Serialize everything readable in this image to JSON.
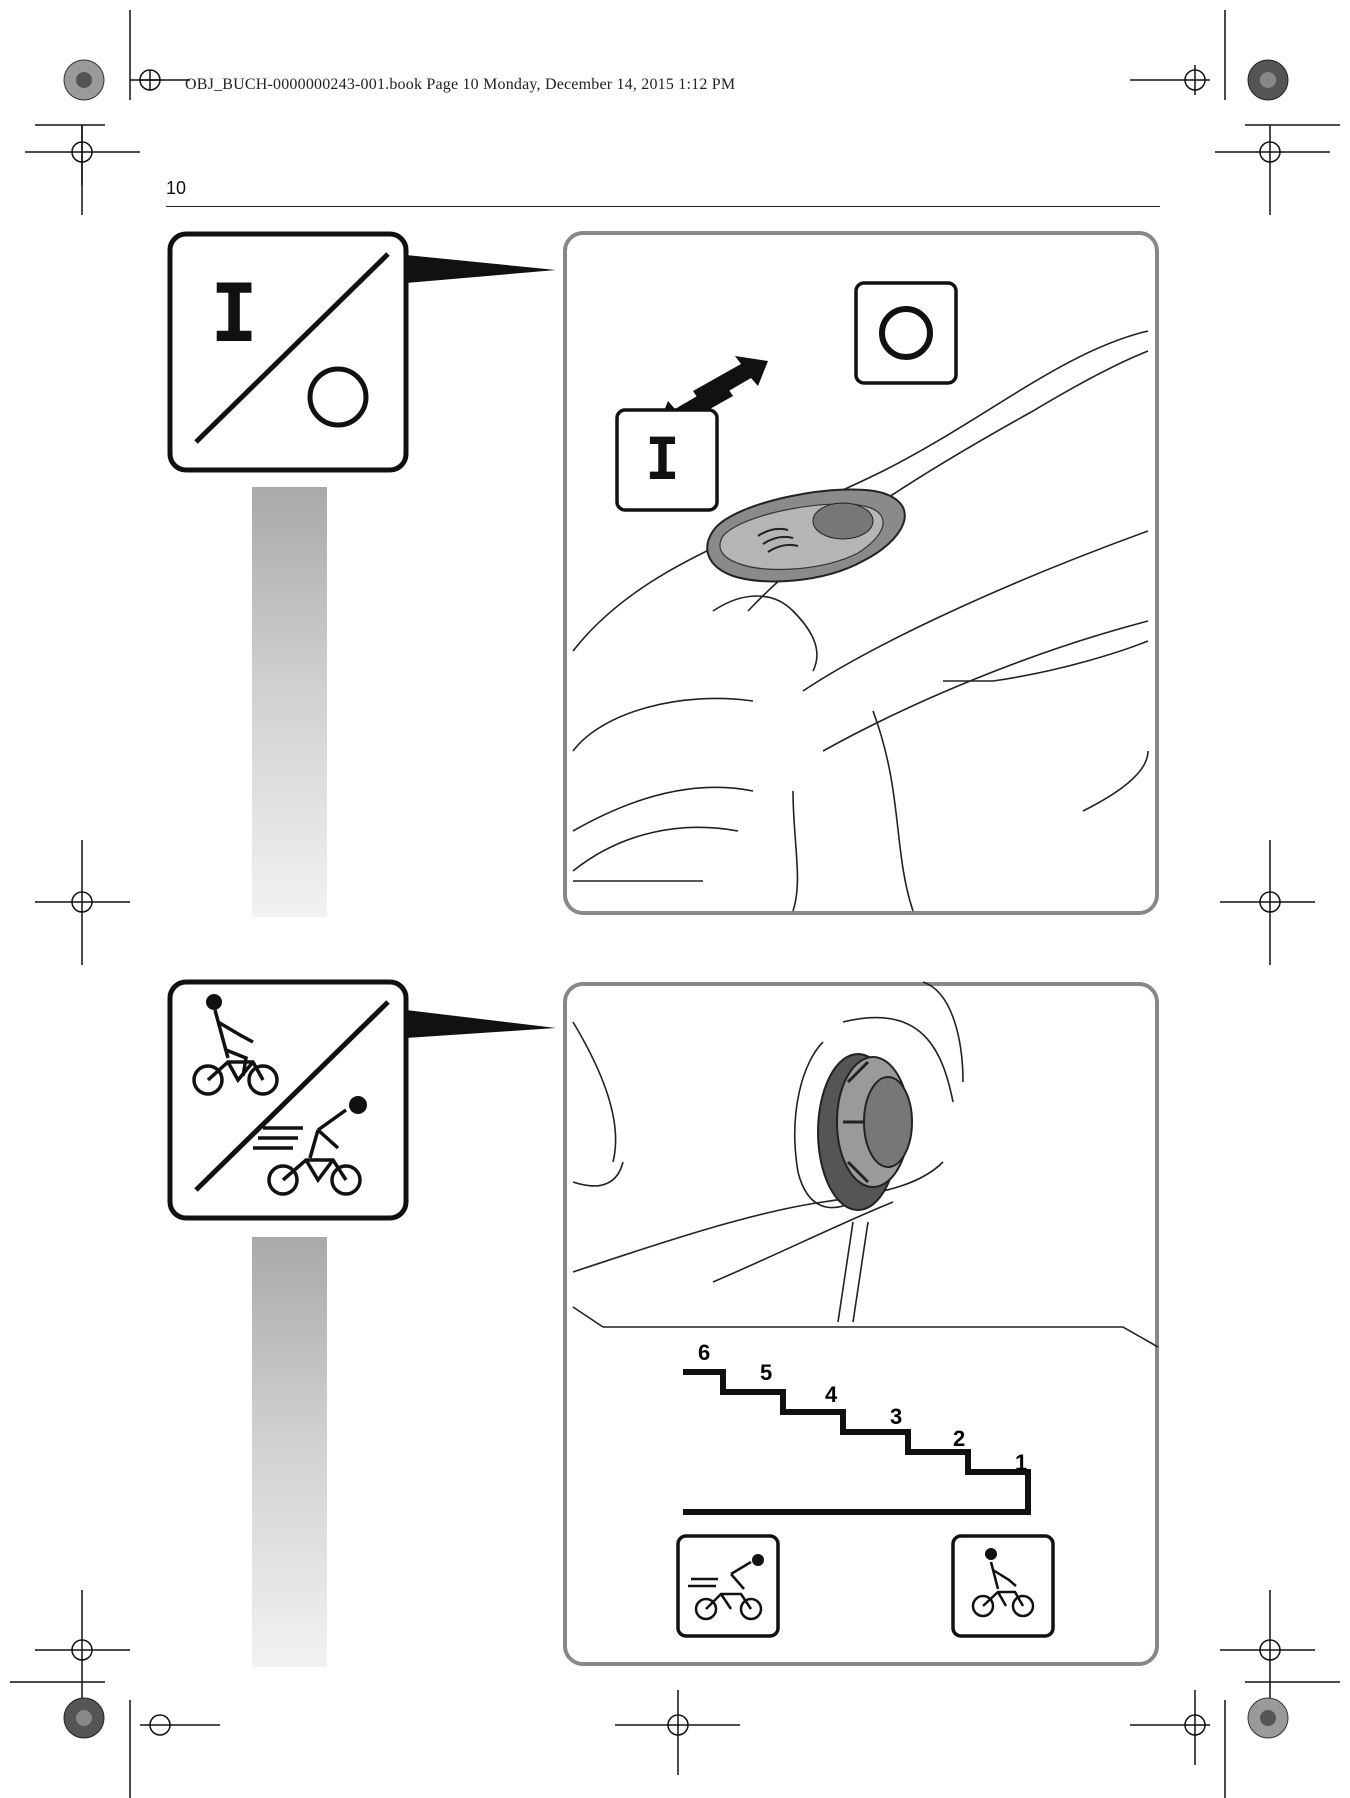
{
  "header": {
    "file_info": "OBJ_BUCH-0000000243-001.book  Page 10  Monday, December 14, 2015  1:12 PM"
  },
  "page": {
    "number": "10"
  },
  "figure_top": {
    "symbol_on": "I",
    "switch_label_on": "I",
    "switch_label_off": "O"
  },
  "figure_bottom": {
    "levels": [
      "6",
      "5",
      "4",
      "3",
      "2",
      "1"
    ]
  }
}
